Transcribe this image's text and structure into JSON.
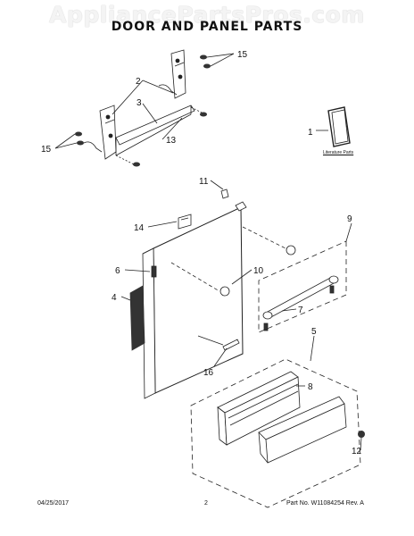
{
  "watermark": "AppliancePartsPros.com",
  "title": "DOOR AND PANEL PARTS",
  "literature_label": "Literature Parts",
  "callouts": {
    "c1": "1",
    "c2": "2",
    "c3": "3",
    "c4": "4",
    "c5": "5",
    "c6": "6",
    "c7": "7",
    "c8": "8",
    "c9": "9",
    "c10": "10",
    "c11": "11",
    "c12": "12",
    "c13": "13",
    "c14": "14",
    "c15a": "15",
    "c15b": "15",
    "c16": "16"
  },
  "footer": {
    "date": "04/25/2017",
    "page": "2",
    "part": "Part No.  W11084254  Rev.  A"
  }
}
